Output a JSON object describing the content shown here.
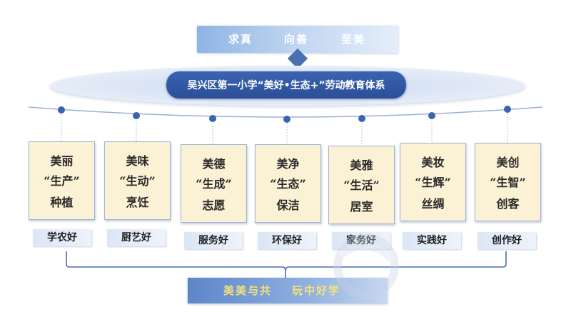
{
  "header": {
    "motto": [
      "求真",
      "向善",
      "至美"
    ]
  },
  "main_title": "吴兴区第一小学“美好•生态+”劳动教育体系",
  "cards": [
    {
      "line1": "美丽",
      "line2": "“生产”",
      "line3": "种植",
      "tag": "学农好"
    },
    {
      "line1": "美味",
      "line2": "“生动”",
      "line3": "烹饪",
      "tag": "厨艺好"
    },
    {
      "line1": "美德",
      "line2": "“生成”",
      "line3": "志愿",
      "tag": "服务好"
    },
    {
      "line1": "美净",
      "line2": "“生态”",
      "line3": "保洁",
      "tag": "环保好"
    },
    {
      "line1": "美雅",
      "line2": "“生活”",
      "line3": "居室",
      "tag": "家务好"
    },
    {
      "line1": "美妆",
      "line2": "“生辉”",
      "line3": "丝绸",
      "tag": "实践好"
    },
    {
      "line1": "美创",
      "line2": "“生智”",
      "line3": "创客",
      "tag": "创作好"
    }
  ],
  "footer": {
    "slogan": [
      "美美与共",
      "玩中好学"
    ]
  },
  "colors": {
    "main_blue": "#2b4f98",
    "card_fill": "#fbf1d4",
    "dot_blue": "#3a63b0",
    "slogan_yellow": "#f4e17a"
  }
}
